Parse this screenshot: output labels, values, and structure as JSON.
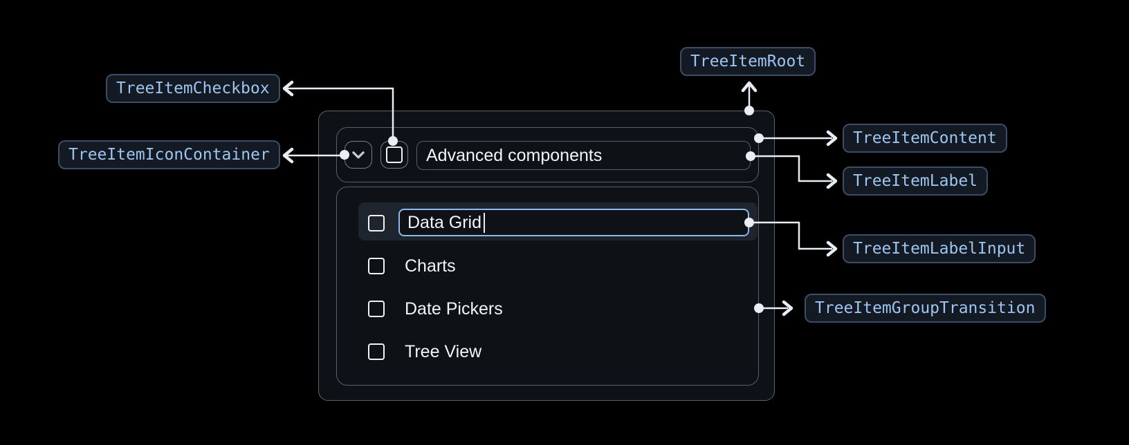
{
  "annotations": {
    "root": {
      "label": "TreeItemRoot"
    },
    "checkbox": {
      "label": "TreeItemCheckbox"
    },
    "icon_container": {
      "label": "TreeItemIconContainer"
    },
    "content": {
      "label": "TreeItemContent"
    },
    "item_label": {
      "label": "TreeItemLabel"
    },
    "label_input": {
      "label": "TreeItemLabelInput"
    },
    "group_transition": {
      "label": "TreeItemGroupTransition"
    }
  },
  "tree": {
    "parent_item": {
      "label": "Advanced components",
      "state": "expanded",
      "checkbox": "unchecked"
    },
    "editing_item": {
      "input_value": "Data Grid",
      "state": "editing",
      "checkbox": "unchecked"
    },
    "child_items": [
      {
        "label": "Charts",
        "checkbox": "unchecked"
      },
      {
        "label": "Date Pickers",
        "checkbox": "unchecked"
      },
      {
        "label": "Tree View",
        "checkbox": "unchecked"
      }
    ]
  },
  "icons": {
    "expand": "chevron-down-icon",
    "checkbox": "checkbox-unchecked-icon"
  },
  "colors": {
    "background": "#000000",
    "panel_background": "#0e1116",
    "panel_border": "#5d646d",
    "inner_border": "#596069",
    "control_border": "#767d85",
    "row_highlight": "#1f252e",
    "input_border": "#8fb9ea",
    "text_primary": "#f2f4f6",
    "annotation_text": "#9ec5f0",
    "annotation_border": "#3d4d64",
    "annotation_background": "#131a24",
    "connector": "#e9eef5"
  }
}
